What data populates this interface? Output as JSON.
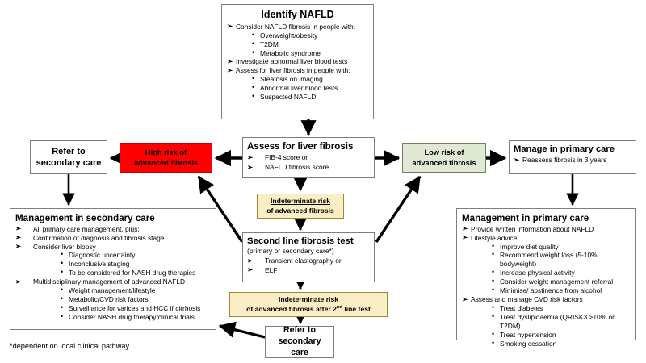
{
  "nodes": {
    "identify": {
      "title": "Identify NAFLD",
      "items": [
        {
          "text": "Consider NAFLD fibrosis in people with:",
          "sub": [
            "Overweight/obesity",
            "T2DM",
            "Metabolic syndrome"
          ]
        },
        {
          "text": "Investigate abnormal liver blood tests",
          "sub": []
        },
        {
          "text": "Assess for liver fibrosis in people with:",
          "sub": [
            "Steatosis on imaging",
            "Abnormal liver blood tests",
            "Suspected NAFLD"
          ]
        }
      ]
    },
    "assess": {
      "title": "Assess for liver fibrosis",
      "items": [
        {
          "text": "FIB-4 score or"
        },
        {
          "text": "NAFLD fibrosis score"
        }
      ]
    },
    "high_risk": {
      "line1_underlined": "High risk",
      "line1_rest": " of",
      "line2": "advanced fibrosis",
      "color": "#FF0000"
    },
    "low_risk": {
      "line1_underlined": "Low risk",
      "line1_rest": " of",
      "line2": "advanced fibrosis",
      "color": "#dfe9d3"
    },
    "refer_top": {
      "line1": "Refer to",
      "line2": "secondary care"
    },
    "refer_bottom": {
      "line1": "Refer to",
      "line2": "secondary care"
    },
    "manage_primary_care": {
      "title": "Manage in primary care",
      "items": [
        {
          "text": "Reassess fibrosis in 3 years"
        }
      ]
    },
    "indeterminate_1": {
      "line1_underlined": "Indeterminate risk",
      "line2": "of advanced fibrosis",
      "color": "#fbeec4"
    },
    "second_line": {
      "title": "Second line fibrosis test",
      "subtitle": "(primary or secondary care*)",
      "items": [
        {
          "text": "Transient elastography or"
        },
        {
          "text": "ELF"
        }
      ]
    },
    "indeterminate_2": {
      "line1_underlined": "Indeterminate risk",
      "line2_pre": "of advanced fibrosis after 2",
      "line2_sup": "nd",
      "line2_post": " line test",
      "color": "#fbeec4"
    },
    "management_secondary_care": {
      "title": "Management in secondary care",
      "items": [
        {
          "text": "All primary care management, plus:",
          "sub": []
        },
        {
          "text": "Confirmation of diagnosis and fibrosis stage",
          "sub": []
        },
        {
          "text": "Consider liver biopsy",
          "sub": [
            "Diagnostic uncertainty",
            "Inconclusive staging",
            "To be considered for NASH drug therapies"
          ]
        },
        {
          "text": "Multidisciplinary management of advanced NAFLD",
          "sub": [
            "Weight management/lifestyle",
            "Metabolic/CVD risk factors",
            "Surveillance for varices and HCC if cirrhosis",
            "Consider NASH drug therapy/clinical trials"
          ]
        }
      ]
    },
    "management_primary_care": {
      "title": "Management in primary care",
      "items": [
        {
          "text": "Provide written information about NAFLD",
          "sub": []
        },
        {
          "text": "Lifestyle advice",
          "sub": [
            "Improve diet quality",
            "Recommend weight loss (5-10% bodyweight)",
            "Increase physical activity",
            "Consider weight management referral",
            "Minimise/ abstinence from alcohol"
          ]
        },
        {
          "text": "Assess and manage CVD risk factors",
          "sub": [
            "Treat diabetes",
            "Treat dyslipidaemia (QRISK3 >10% or T2DM)",
            "Treat hypertension",
            "Smoking cessation"
          ]
        }
      ]
    }
  },
  "footnote": "*dependent on local clinical pathway",
  "glyphs": {
    "chevron": "➢",
    "bullet": "•"
  }
}
